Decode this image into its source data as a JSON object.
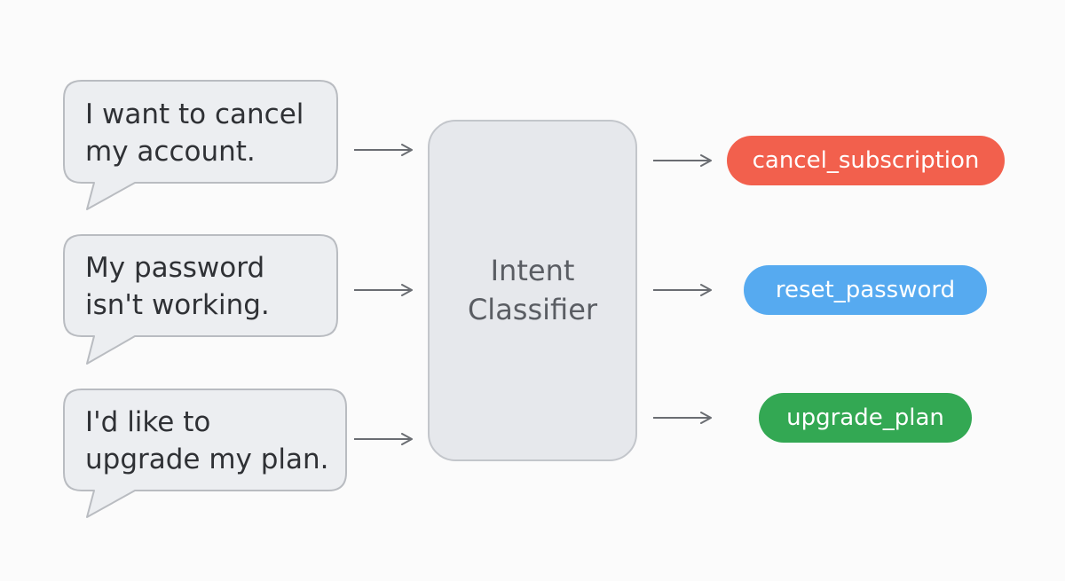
{
  "messages": [
    {
      "line1": "I want to cancel",
      "line2": "my account."
    },
    {
      "line1": "My password",
      "line2": "isn't working."
    },
    {
      "line1": "I'd like to",
      "line2": "upgrade my plan."
    }
  ],
  "classifier": {
    "line1": "Intent",
    "line2": "Classifier"
  },
  "intents": [
    {
      "label": "cancel_subscription",
      "color": "#f2604d"
    },
    {
      "label": "reset_password",
      "color": "#56aaf0"
    },
    {
      "label": "upgrade_plan",
      "color": "#33a853"
    }
  ],
  "colors": {
    "bubble_fill": "#eceef1",
    "bubble_stroke": "#b9bcc1",
    "classifier_fill": "#e6e8ec",
    "classifier_stroke": "#c3c6cb",
    "arrow": "#6a6d72"
  }
}
